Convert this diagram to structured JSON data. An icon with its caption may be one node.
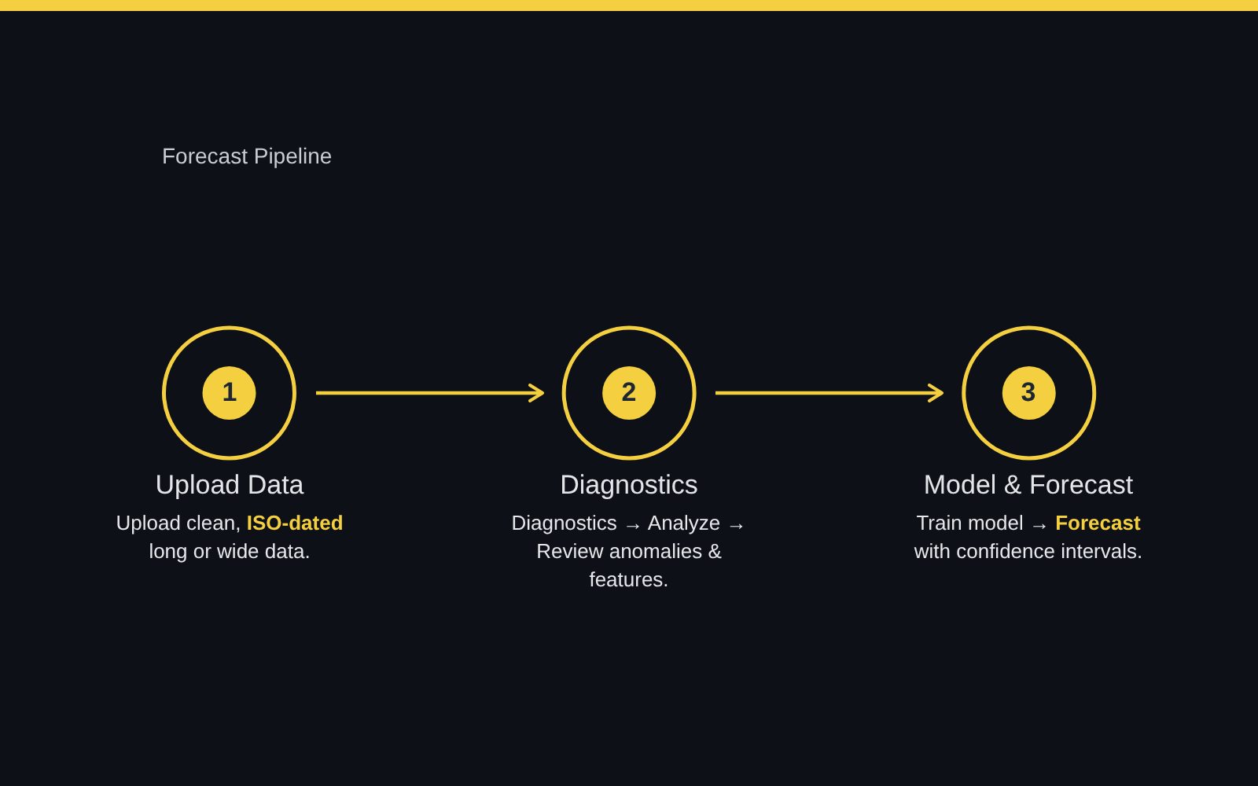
{
  "diagram": {
    "title": "Forecast Pipeline",
    "nodes": [
      {
        "text": [
          "1",
          "Upload Data"
        ],
        "beside": [
          "Upload clean, **ISO-dated** long or wide data."
        ]
      },
      {
        "text": [
          "2",
          "Diagnostics"
        ],
        "beside": [
          "Diagnostics → Analyze → Review anomalies & features."
        ]
      },
      {
        "text": [
          "3",
          "Model & Forecast"
        ],
        "beside": [
          "Train model → **Forecast** with confidence intervals."
        ]
      }
    ],
    "edges": [
      {
        "from": 0,
        "to": 1,
        "arrow": "to"
      },
      {
        "from": 1,
        "to": 2,
        "arrow": "to"
      }
    ]
  }
}
